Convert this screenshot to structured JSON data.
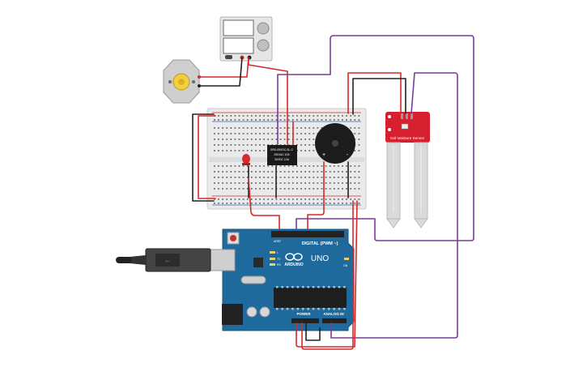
{
  "relay": {
    "line1": "SRD-05VDC-SL-C",
    "line2": "250VAC 10A",
    "line3": "30VDC 10A"
  },
  "sensor": {
    "label": "Soil Moisture Sensor"
  },
  "buzzer": {
    "plus": "+",
    "minus": "-"
  },
  "arduino": {
    "brand": "ARDUINO",
    "model": "UNO",
    "digital_label": "DIGITAL (PWM ~)",
    "power_label": "POWER",
    "analog_label": "ANALOG IN",
    "aref_label": "AREF",
    "led_tx": "TX",
    "led_rx": "RX",
    "led_l": "L",
    "on_label": "ON"
  },
  "colors": {
    "wire_red": "#d42a2a",
    "wire_black": "#222222",
    "wire_purple": "#7a3c9a",
    "board_blue": "#1f6a9c",
    "sensor_red": "#d6202f"
  }
}
